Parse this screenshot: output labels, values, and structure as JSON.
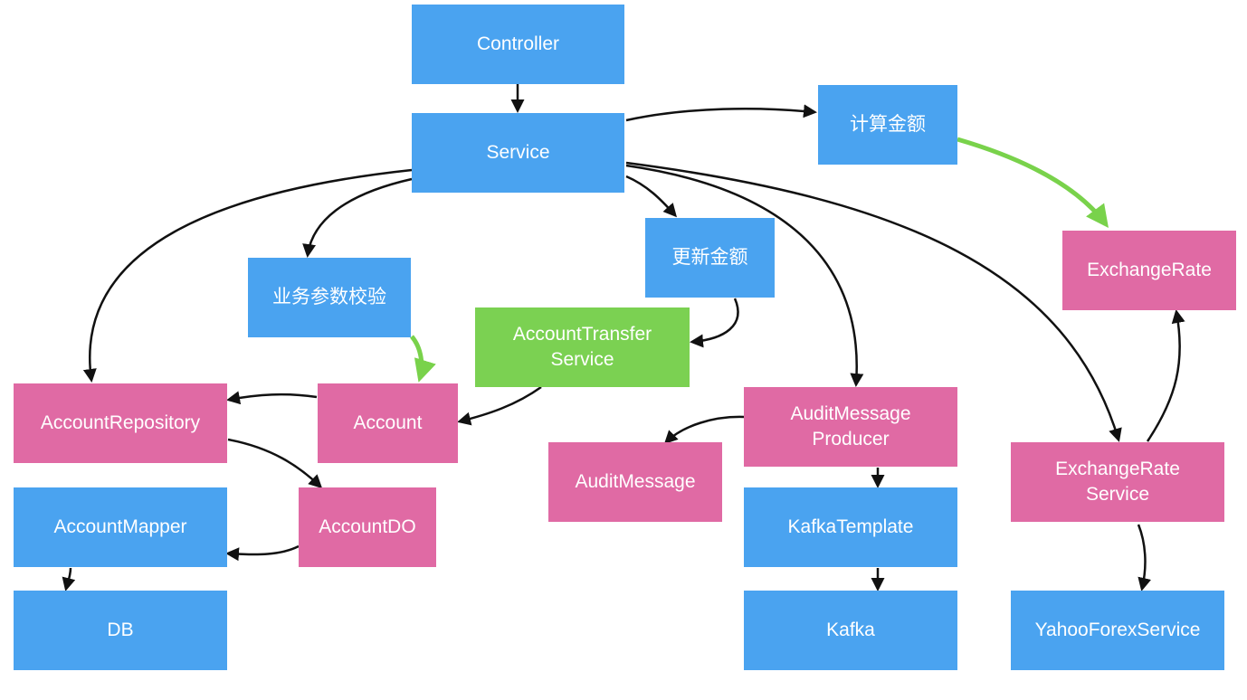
{
  "colors": {
    "blue_box": "#4aa3f0",
    "pink_box": "#e06aa4",
    "green_box": "#7bd152",
    "arrow": "#111111",
    "green_arrow": "#79d24b"
  },
  "nodes": {
    "controller": "Controller",
    "service": "Service",
    "calc_amount": "计算金额",
    "update_amount": "更新金额",
    "business_validation": "业务参数校验",
    "account_transfer_service": "AccountTransfer\nService",
    "exchange_rate": "ExchangeRate",
    "account_repository": "AccountRepository",
    "account": "Account",
    "audit_message_producer": "AuditMessage\nProducer",
    "audit_message": "AuditMessage",
    "exchange_rate_service": "ExchangeRate\nService",
    "account_mapper": "AccountMapper",
    "account_do": "AccountDO",
    "kafka_template": "KafkaTemplate",
    "db": "DB",
    "kafka": "Kafka",
    "yahoo_forex_service": "YahooForexService"
  }
}
